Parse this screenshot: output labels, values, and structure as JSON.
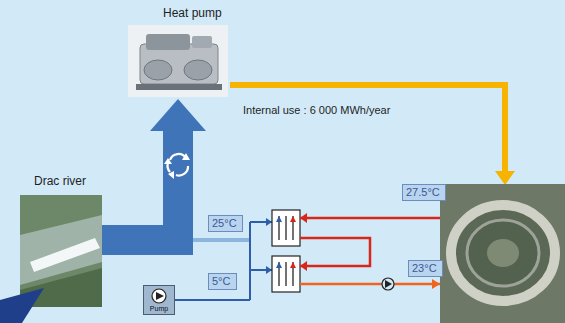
{
  "diagram": {
    "nodes": [
      {
        "text": [
          "Heat pump"
        ]
      },
      {
        "text": [
          "Drac river"
        ]
      },
      {
        "text": [
          "25°C"
        ]
      },
      {
        "text": [
          "27.5°C"
        ]
      },
      {
        "text": [
          "5°C"
        ]
      },
      {
        "text": [
          "23°C"
        ]
      },
      {
        "text": [
          "Pump"
        ]
      }
    ],
    "edges": [
      {
        "from": 1,
        "to": 0,
        "arrow": "to"
      }
    ],
    "labels": [
      "Internal use : 6 000 MWh/year"
    ]
  }
}
